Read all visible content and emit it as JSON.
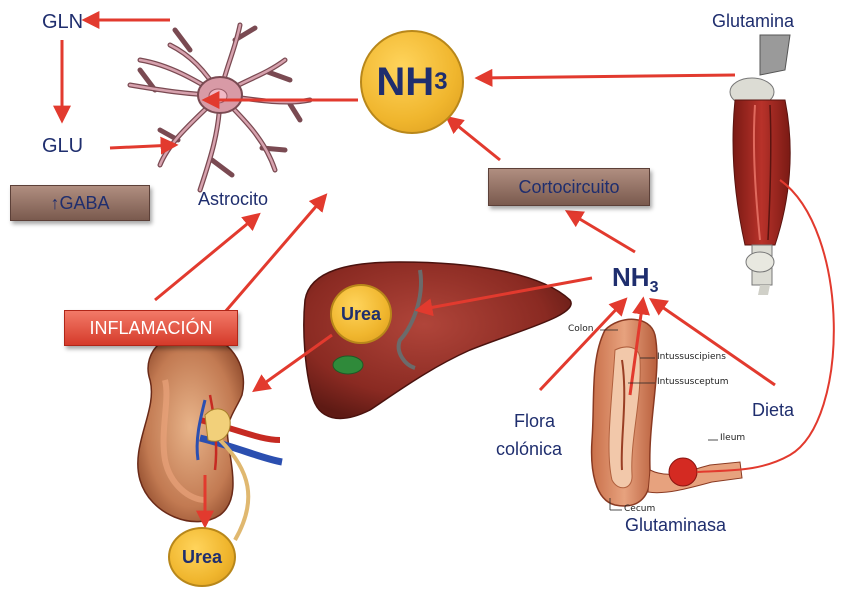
{
  "labels": {
    "gln": "GLN",
    "glu": "GLU",
    "gaba": "↑GABA",
    "astrocito": "Astrocito",
    "nh3_main": "NH",
    "nh3_main_sub": "3",
    "glutamina": "Glutamina",
    "cortocircuito": "Cortocircuito",
    "nh3_small": "NH",
    "nh3_small_sub": "3",
    "inflamacion": "INFLAMACIÓN",
    "urea_liver": "Urea",
    "urea_kidney": "Urea",
    "flora_line1": "Flora",
    "flora_line2": "colónica",
    "dieta": "Dieta",
    "glutaminasa": "Glutaminasa"
  },
  "anatomy_labels": {
    "colon": "Colon",
    "intussuscipiens": "Intussuscipiens",
    "intussusceptum": "Intussusceptum",
    "ileum": "Ileum",
    "cecum": "Cecum"
  },
  "colors": {
    "arrow": "#e23a2e",
    "text_blue": "#1f2e6e",
    "gold": "#f0b62e",
    "brown_box": "#8c6a5e",
    "red_box": "#e04a38"
  },
  "icons": [
    "astrocyte-cell-icon",
    "leg-muscle-icon",
    "liver-icon",
    "kidney-icon",
    "intestine-icon"
  ]
}
